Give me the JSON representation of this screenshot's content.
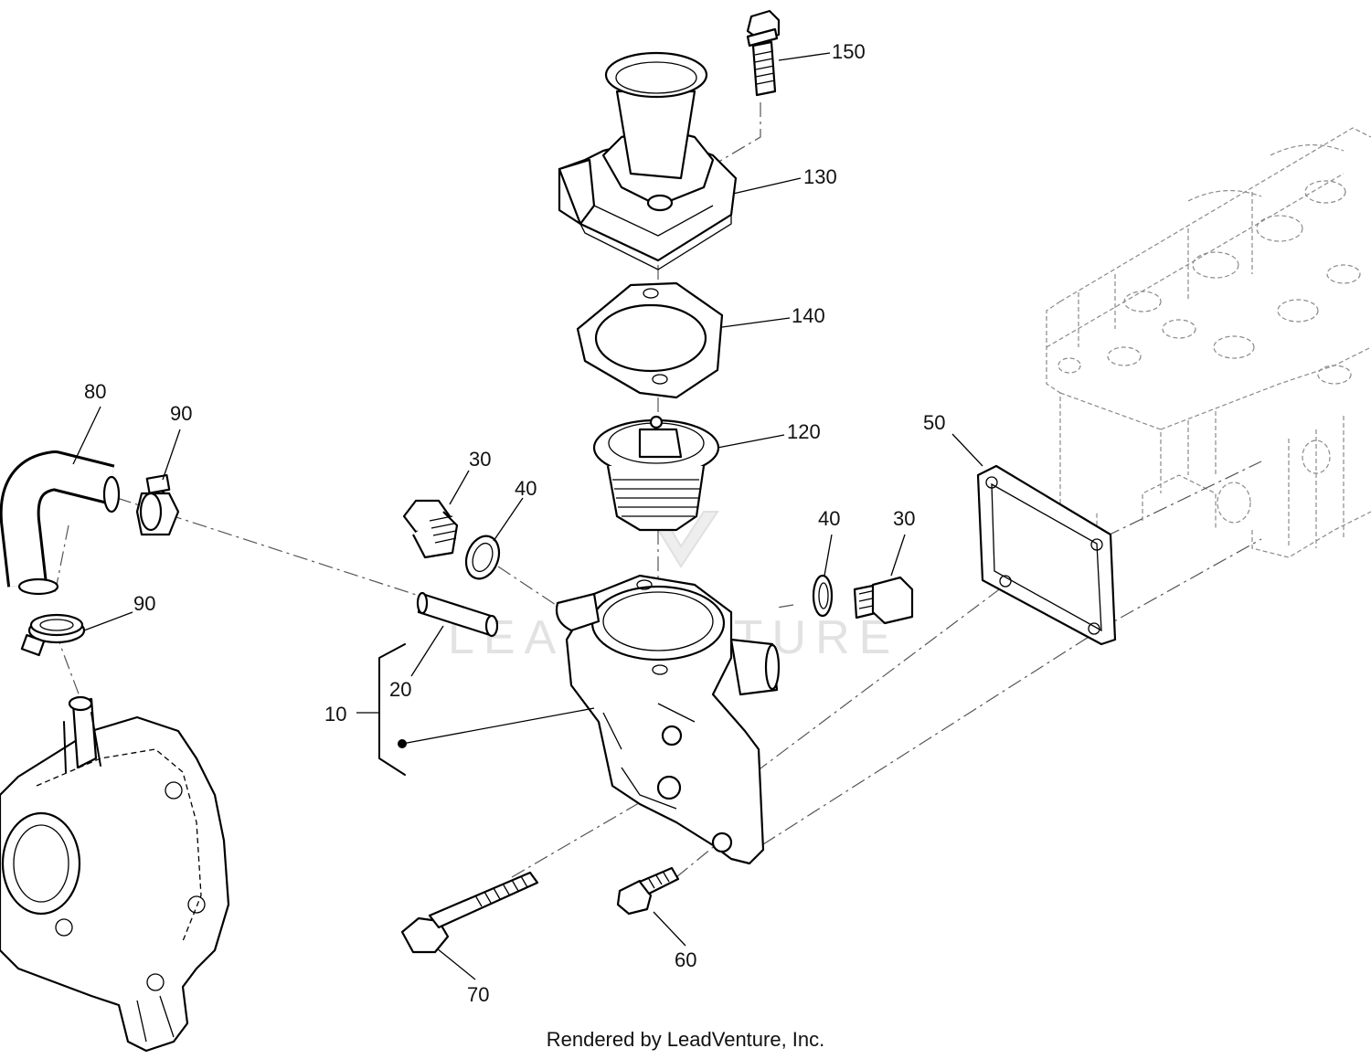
{
  "watermark": "LEADVENTURE",
  "footer": {
    "credit": "Rendered by LeadVenture, Inc."
  },
  "callouts": {
    "p10": "10",
    "p20": "20",
    "p30a": "30",
    "p30b": "30",
    "p40a": "40",
    "p40b": "40",
    "p50": "50",
    "p60": "60",
    "p70": "70",
    "p80": "80",
    "p90a": "90",
    "p90b": "90",
    "p120": "120",
    "p130": "130",
    "p140": "140",
    "p150": "150"
  }
}
